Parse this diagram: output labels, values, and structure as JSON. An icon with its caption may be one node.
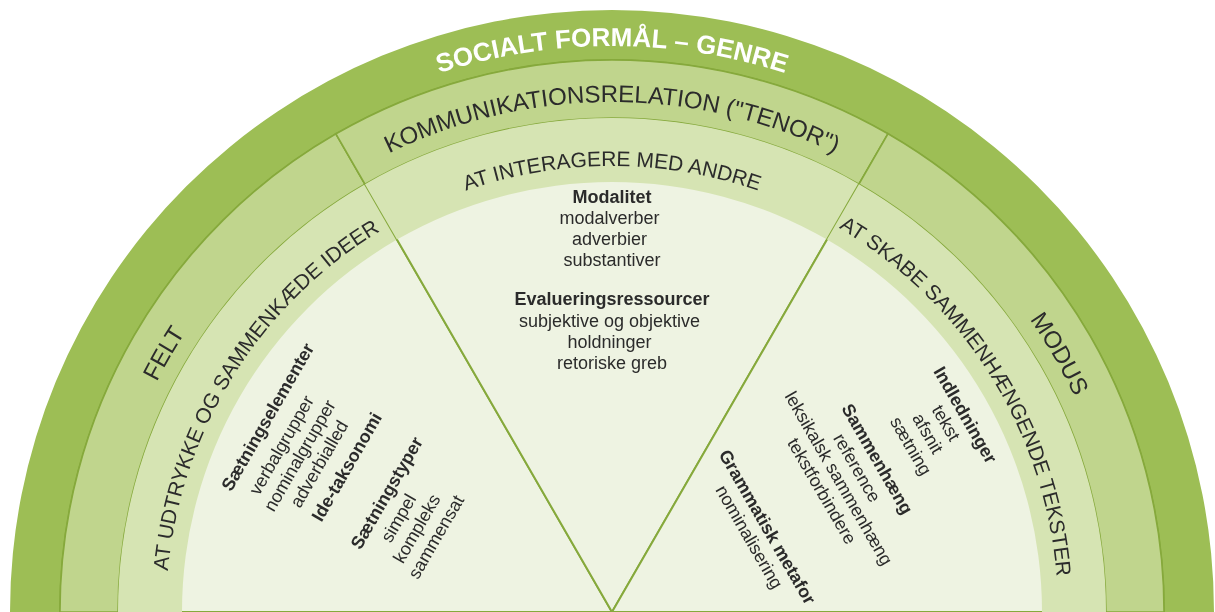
{
  "diagram": {
    "nodes": [
      {
        "text": [
          "SOCIALT FORMÅL – GENRE"
        ]
      },
      {
        "text": [
          "FELT",
          "AT UDTRYKKE OG SAMMENKÆDE IDEER",
          "Sætningselementer",
          "verbalgrupper nominalgrupper adverbialled",
          "Ide-taksonomi",
          "Sætningstyper",
          "simpel kompleks sammensat"
        ],
        "in": 0
      },
      {
        "text": [
          "KOMMUNIKATIONSRELATION (\"TENOR\")",
          "AT INTERAGERE MED ANDRE",
          "Modalitet",
          "modalverber adverbier substantiver",
          "Evalueringsressourcer",
          "subjektive og objektive holdninger retoriske greb"
        ],
        "in": 0
      },
      {
        "text": [
          "MODUS",
          "AT SKABE SAMMENHÆNGENDE TEKSTER",
          "Indledninger",
          "tekst afsnit sætning",
          "Sammenhæng",
          "reference leksikalsk sammenhæng tekstforbindere",
          "Grammatisk metafor",
          "nominalisering"
        ],
        "in": 0
      }
    ]
  }
}
